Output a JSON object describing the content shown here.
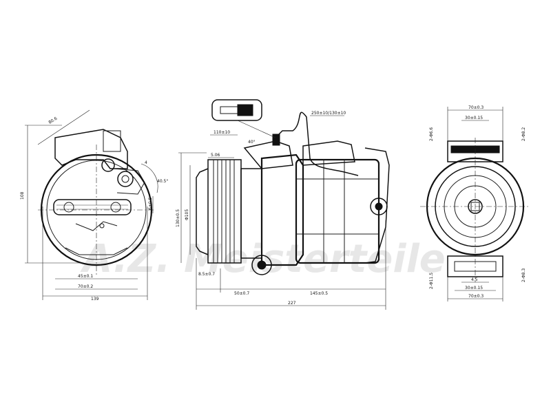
{
  "watermark": {
    "brand": "A.Z. Meisterteile"
  },
  "left_view": {
    "height_dim": "108",
    "width_total": "139",
    "dim_45": "45±0.1",
    "dim_70": "70±0.2",
    "dim_80": "80.6",
    "dim_40": "40.5°",
    "dim_h": "6±0.5",
    "dim_4": "4"
  },
  "side_view": {
    "connector_dim": "250±10/130±10",
    "dim_110": "110±10",
    "dim_40deg": "40°",
    "dim_5": "5.06",
    "dim_130": "130±0.5",
    "dim_105": "Φ105",
    "dim_50": "50±0.7",
    "dim_145": "145±0.5",
    "dim_227": "227",
    "dim_8": "8.5±0.7"
  },
  "right_view": {
    "top_70": "70±0.3",
    "top_30": "30±0.15",
    "top_side": "2-Φ8.2",
    "top_left": "2-Φ6.6",
    "bot_45": "4.5",
    "bot_30": "30±0.15",
    "bot_70": "70±0.3",
    "bot_side": "2-Φ8.3",
    "bot_left": "2-Φ11.5"
  }
}
